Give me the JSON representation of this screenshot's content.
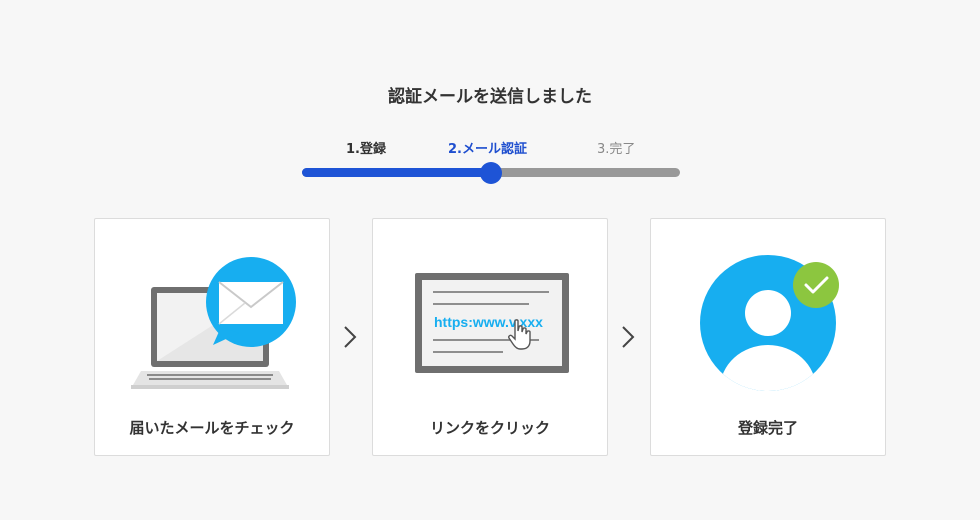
{
  "page": {
    "title": "認証メールを送信しました"
  },
  "progress": {
    "steps": [
      {
        "label": "1.登録",
        "state": "done"
      },
      {
        "label": "2.メール認証",
        "state": "current"
      },
      {
        "label": "3.完了",
        "state": "pending"
      }
    ],
    "fraction": 0.5
  },
  "cards": [
    {
      "label": "届いたメールをチェック",
      "icon": "laptop-mail-icon"
    },
    {
      "label": "リンクをクリック",
      "icon": "link-click-icon",
      "link_text": "https:www.v.xxx"
    },
    {
      "label": "登録完了",
      "icon": "user-check-icon"
    }
  ],
  "colors": {
    "accent_blue": "#1e54d6",
    "step_current_text": "#1f4fcf",
    "icon_blue": "#17aef0",
    "check_green": "#8cc63f",
    "track_gray": "#999999"
  }
}
